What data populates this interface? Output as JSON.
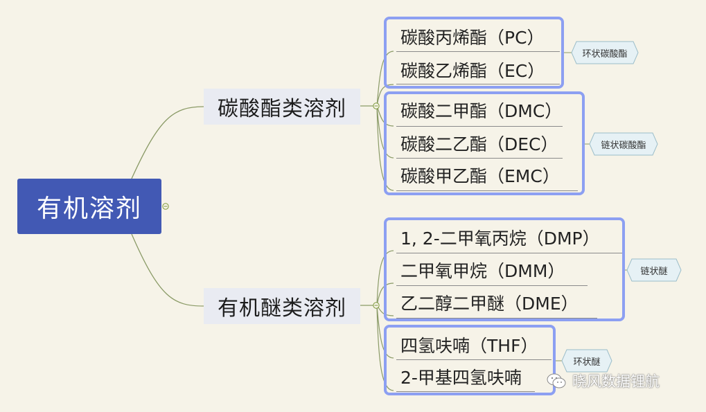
{
  "root": {
    "label": "有机溶剂"
  },
  "branches": [
    {
      "label": "碳酸酯类溶剂",
      "groups": [
        {
          "items": [
            "碳酸丙烯酯（PC）",
            "碳酸乙烯酯（EC）"
          ],
          "tag": "环状碳酸酯"
        },
        {
          "items": [
            "碳酸二甲酯（DMC）",
            "碳酸二乙酯（DEC）",
            "碳酸甲乙酯（EMC）"
          ],
          "tag": "链状碳酸酯"
        }
      ]
    },
    {
      "label": "有机醚类溶剂",
      "groups": [
        {
          "items": [
            "1, 2-二甲氧丙烷（DMP）",
            "二甲氧甲烷（DMM）",
            "乙二醇二甲醚（DME）"
          ],
          "tag": "链状醚"
        },
        {
          "items": [
            "四氢呋喃（THF）",
            "2-甲基四氢呋喃"
          ],
          "tag": "环状醚"
        }
      ]
    }
  ],
  "watermark": {
    "text": "晓风数据锂航"
  },
  "colors": {
    "root_fill": "#4259b4",
    "branch_fill": "#e9ebf2",
    "group_border": "#8c9ff2",
    "tag_fill": "#e6f1f5",
    "connector": "#8a9a66"
  }
}
